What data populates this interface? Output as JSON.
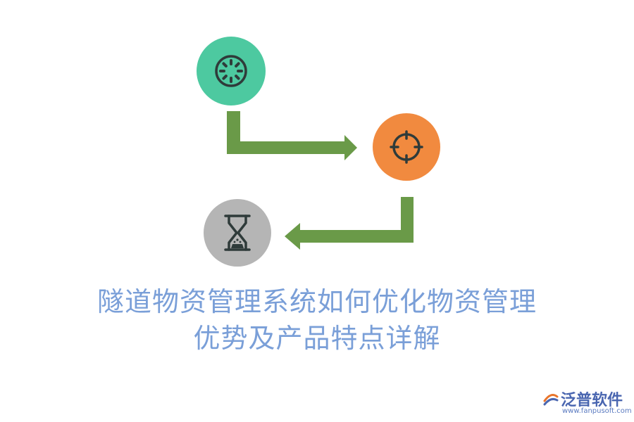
{
  "title": {
    "line1": "隧道物资管理系统如何优化物资管理",
    "line2": "优势及产品特点详解"
  },
  "nodes": [
    {
      "id": "green",
      "color": "#4dc9a0",
      "icon": "loading-icon"
    },
    {
      "id": "orange",
      "color": "#f18a3f",
      "icon": "crosshair-icon"
    },
    {
      "id": "gray",
      "color": "#b5b5b5",
      "icon": "hourglass-icon"
    }
  ],
  "connector_color": "#6a9a48",
  "logo": {
    "name": "泛普软件",
    "url": "www.fanpusoft.com"
  }
}
